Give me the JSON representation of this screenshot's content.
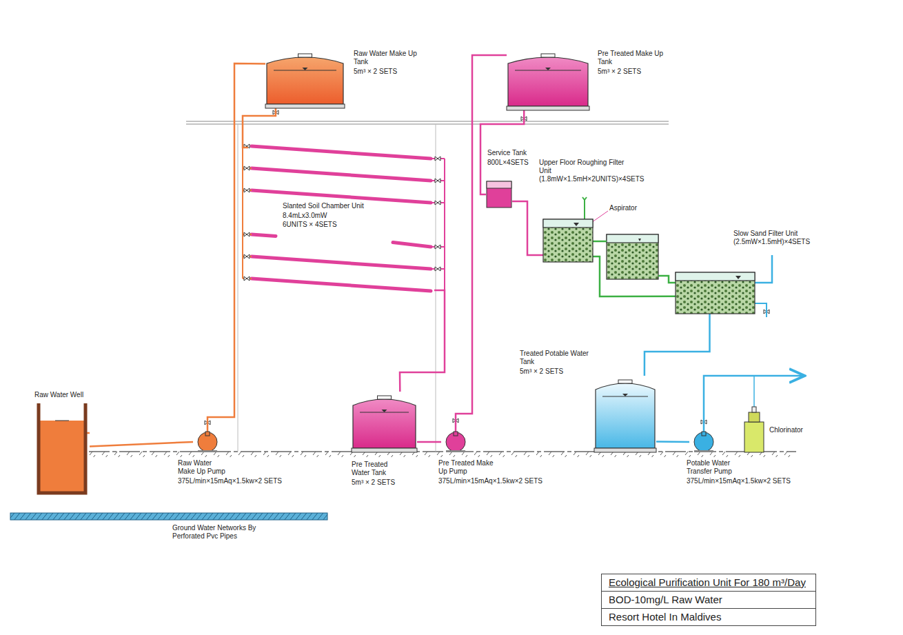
{
  "diagram": {
    "nodes": [
      {
        "text": [
          "Raw Water Well"
        ]
      },
      {
        "text": [
          "Raw Water Make Up Pump",
          "375L/min×15mAq×1.5kw×2 SETS"
        ]
      },
      {
        "text": [
          "Raw Water Make Up Tank",
          "5m³ × 2 SETS"
        ]
      },
      {
        "text": [
          "Slanted Soil Chamber Unit",
          "8.4mLx3.0mW",
          "6UNITS × 4SETS"
        ]
      },
      {
        "text": [
          "Pre Treated Water Tank",
          "5m³ × 2 SETS"
        ]
      },
      {
        "text": [
          "Pre Treated Make Up Pump",
          "375L/min×15mAq×1.5kw×2 SETS"
        ]
      },
      {
        "text": [
          "Pre Treated Make Up Tank",
          "5m³ × 2 SETS"
        ]
      },
      {
        "text": [
          "Service Tank",
          "800L×4SETS"
        ]
      },
      {
        "text": [
          "Upper Floor Roughing Filter Unit (1.8mW×1.5mH×2UNITS)×4SETS"
        ]
      },
      {
        "text": [
          "Slow Sand Filter Unit (2.5mW×1.5mH)×4SETS"
        ]
      },
      {
        "text": [
          "Treated Potable Water Tank",
          "5m³ × 2 SETS"
        ]
      },
      {
        "text": [
          "Potable Water Transfer Pump",
          "375L/min×15mAq×1.5kw×2 SETS"
        ]
      },
      {
        "text": [
          "Chlorinator"
        ]
      },
      {
        "text": [
          "Ecological Purification Unit For 180 m³/Day",
          "BOD-10mg/L Raw Water",
          "Resort Hotel In Maldives"
        ]
      }
    ],
    "edges": [
      {
        "from": 0,
        "to": 1,
        "arrow": "none"
      },
      {
        "from": 1,
        "to": 2,
        "arrow": "none"
      },
      {
        "from": 2,
        "to": 3,
        "arrow": "none"
      },
      {
        "from": 3,
        "to": 4,
        "arrow": "none"
      },
      {
        "from": 4,
        "to": 5,
        "arrow": "none"
      },
      {
        "from": 5,
        "to": 6,
        "arrow": "none"
      },
      {
        "from": 6,
        "to": 7,
        "arrow": "none"
      },
      {
        "from": 7,
        "to": 8,
        "arrow": "none"
      },
      {
        "from": 8,
        "to": 9,
        "arrow": "none"
      },
      {
        "from": 9,
        "to": 10,
        "arrow": "none"
      },
      {
        "from": 10,
        "to": 11,
        "arrow": "none"
      }
    ],
    "labels": [
      "Aspirator",
      "Ground Water Networks By Perforated Pvc Pipes"
    ]
  }
}
